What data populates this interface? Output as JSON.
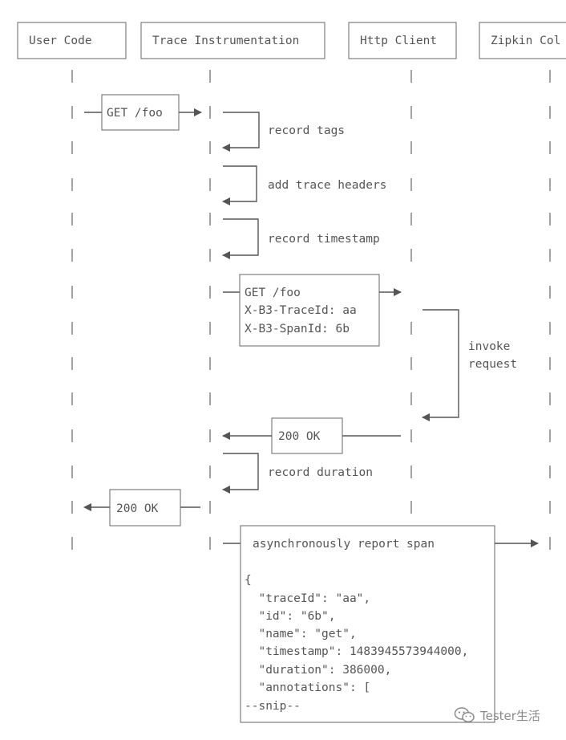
{
  "participants": [
    {
      "id": "user",
      "label": "User Code"
    },
    {
      "id": "trace",
      "label": "Trace Instrumentation"
    },
    {
      "id": "http",
      "label": "Http Client"
    },
    {
      "id": "zipkin",
      "label": "Zipkin Col"
    }
  ],
  "messages": [
    {
      "id": "get-foo",
      "lines": [
        "GET /foo"
      ]
    },
    {
      "id": "record-tags",
      "lines": [
        "record tags"
      ]
    },
    {
      "id": "add-trace-headers",
      "lines": [
        "add trace headers"
      ]
    },
    {
      "id": "record-timestamp",
      "lines": [
        "record timestamp"
      ]
    },
    {
      "id": "get-foo-headers",
      "lines": [
        "GET /foo",
        "X-B3-TraceId: aa",
        "X-B3-SpanId: 6b"
      ]
    },
    {
      "id": "invoke-request",
      "lines": [
        "invoke",
        "request"
      ]
    },
    {
      "id": "ok-http",
      "lines": [
        "200 OK"
      ]
    },
    {
      "id": "record-duration",
      "lines": [
        "record duration"
      ]
    },
    {
      "id": "ok-user",
      "lines": [
        "200 OK"
      ]
    },
    {
      "id": "report-span",
      "lines": [
        "asynchronously report span",
        "{",
        "  \"traceId\": \"aa\",",
        "  \"id\": \"6b\",",
        "  \"name\": \"get\",",
        "  \"timestamp\": 1483945573944000,",
        "  \"duration\": 386000,",
        "  \"annotations\": [",
        "--snip--"
      ]
    }
  ],
  "watermark": {
    "text": "Tester生活",
    "icon": "wechat-icon"
  }
}
